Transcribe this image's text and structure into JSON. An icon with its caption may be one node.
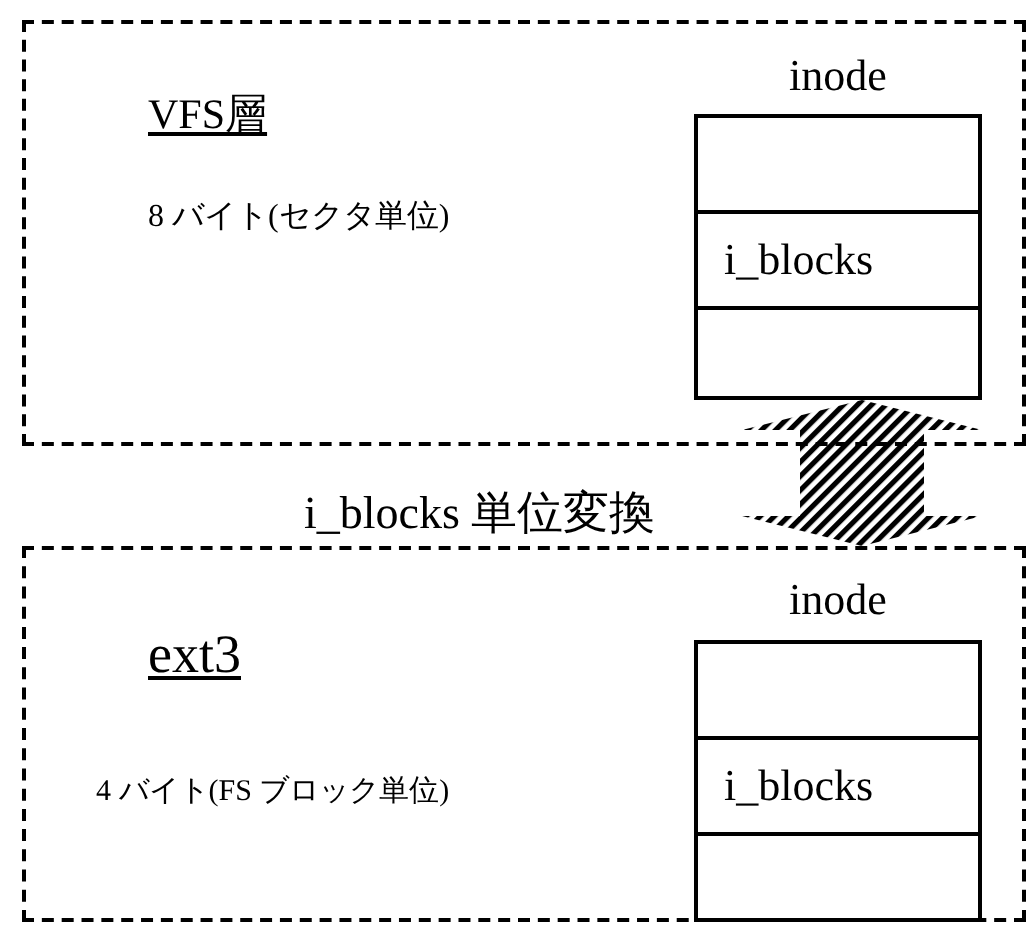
{
  "diagram": {
    "nodes": [
      {
        "text": [
          "VFS層",
          "8 バイト(セクタ単位)"
        ]
      },
      {
        "text": [
          "inode"
        ],
        "in": 0
      },
      {
        "text": [],
        "shape": "box",
        "in": 1
      },
      {
        "text": [
          "i_blocks"
        ],
        "in": 1
      },
      {
        "text": [],
        "shape": "box",
        "in": 1
      },
      {
        "text": [
          "ext3",
          "4 バイト(FS ブロック単位)"
        ]
      },
      {
        "text": [
          "inode"
        ],
        "in": 5
      },
      {
        "text": [],
        "shape": "box",
        "in": 6
      },
      {
        "text": [
          "i_blocks"
        ],
        "in": 6
      },
      {
        "text": [],
        "shape": "box",
        "in": 6
      }
    ],
    "edges": [
      {
        "from": 1,
        "to": 6,
        "arrow": "both",
        "label": "i_blocks 単位変換"
      }
    ]
  }
}
